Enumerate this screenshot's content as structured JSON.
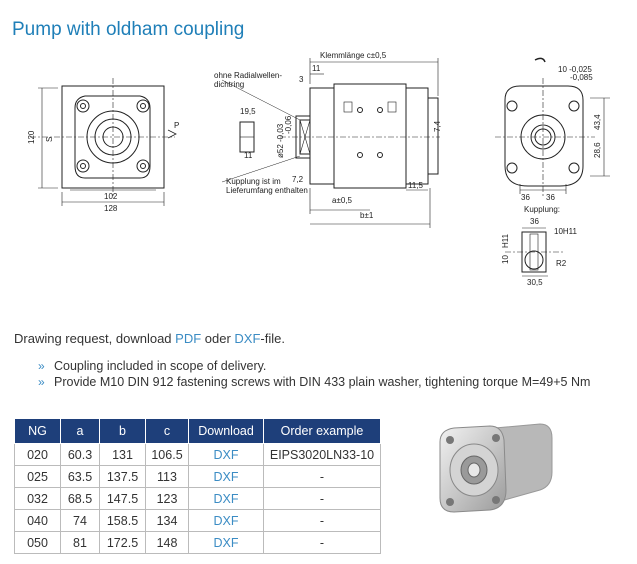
{
  "title": "Pump with oldham coupling",
  "drawing": {
    "labels": {
      "klemm": "Klemmlänge c±0,5",
      "dim11a": "11",
      "radial1": "ohne Radialwellen-",
      "radial2": "dichtring",
      "dim3": "3",
      "dim19_5": "19,5",
      "dim52": "ø52 -0,03",
      "dim52b": "-0,06",
      "dim11b": "11",
      "dim7_4": "7,4",
      "dim120": "120",
      "dim128": "128",
      "dim102": "102",
      "p": "P",
      "s": "S",
      "kupp1": "Kupplung ist im",
      "kupp2": "Lieferumfang enthalten",
      "dim7_2": "7,2",
      "dim11_5": "11,5",
      "dima": "a±0,5",
      "dimb": "b±1",
      "tol1": "10 -0,025",
      "tol2": "-0,085",
      "dim43_4": "43,4",
      "dim28_6": "28,6",
      "dim36a": "36",
      "dim36b": "36",
      "kupplung": "Kupplung:",
      "dim36c": "36",
      "dimH11a": "H11",
      "dim10a": "10",
      "dimH11b": "10H11",
      "dim30_5": "30,5",
      "dimR": "R2"
    }
  },
  "request": {
    "prefix": "Drawing request, download ",
    "pdf": "PDF",
    "middle": " oder ",
    "dxf": "DXF",
    "suffix": "-file."
  },
  "notes": [
    "Coupling included in scope of delivery.",
    "Provide M10 DIN 912 fastening screws with DIN 433 plain washer, tightening torque M=49+5 Nm"
  ],
  "bullet": "»",
  "table": {
    "headers": [
      "NG",
      "a",
      "b",
      "c",
      "Download",
      "Order example"
    ],
    "rows": [
      {
        "ng": "020",
        "a": "60.3",
        "b": "131",
        "c": "106.5",
        "download": "DXF",
        "order": "EIPS3020LN33-10"
      },
      {
        "ng": "025",
        "a": "63.5",
        "b": "137.5",
        "c": "113",
        "download": "DXF",
        "order": "-"
      },
      {
        "ng": "032",
        "a": "68.5",
        "b": "147.5",
        "c": "123",
        "download": "DXF",
        "order": "-"
      },
      {
        "ng": "040",
        "a": "74",
        "b": "158.5",
        "c": "134",
        "download": "DXF",
        "order": "-"
      },
      {
        "ng": "050",
        "a": "81",
        "b": "172.5",
        "c": "148",
        "download": "DXF",
        "order": "-"
      }
    ]
  },
  "colors": {
    "title": "#1f7fb8",
    "link": "#3b8cc4",
    "table_header": "#1e3f7a"
  },
  "icons": {
    "photo": "pump-photo-icon"
  }
}
